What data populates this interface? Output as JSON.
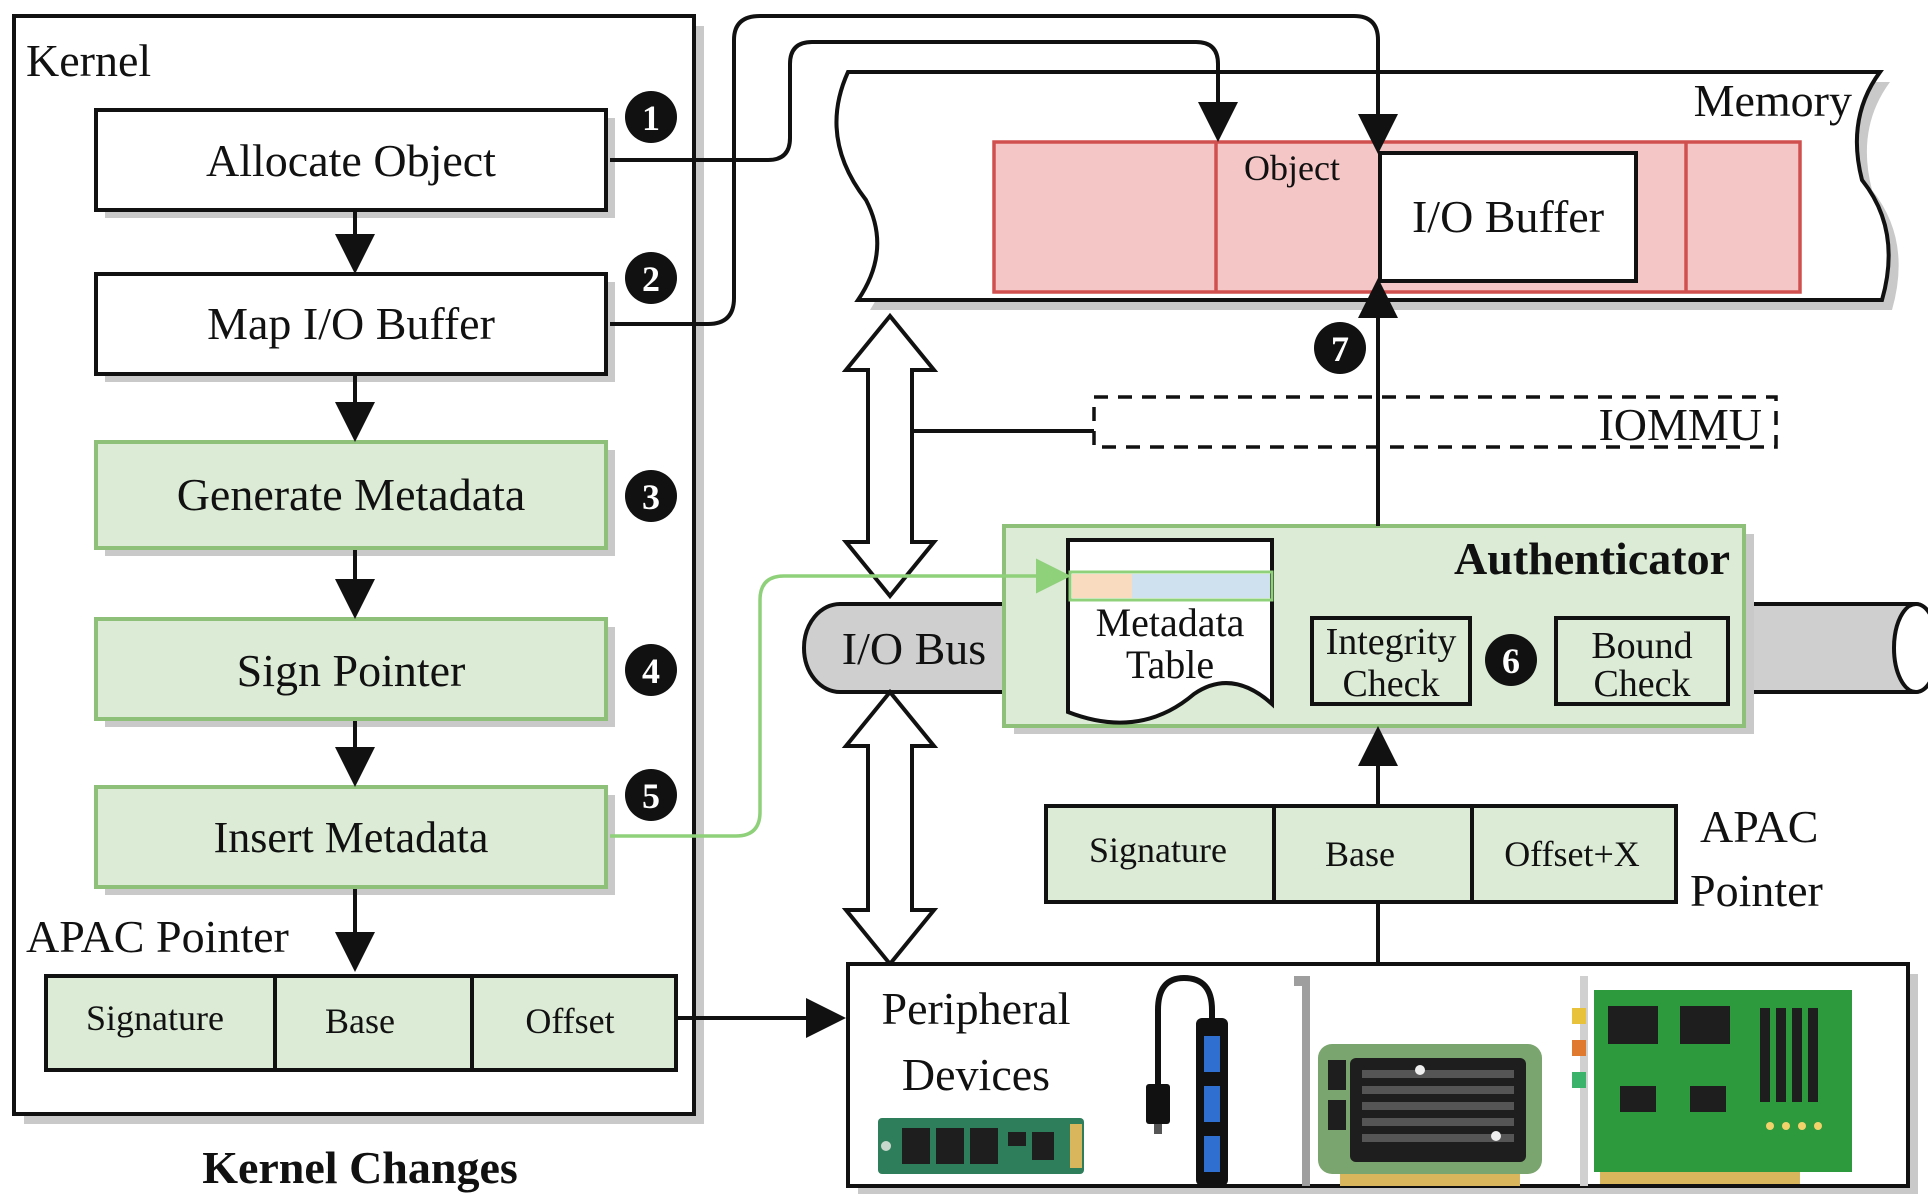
{
  "kernel": {
    "title": "Kernel",
    "caption": "Kernel Changes",
    "steps": [
      {
        "num": "1",
        "label": "Allocate Object"
      },
      {
        "num": "2",
        "label": "Map I/O Buffer"
      },
      {
        "num": "3",
        "label": "Generate Metadata"
      },
      {
        "num": "4",
        "label": "Sign Pointer"
      },
      {
        "num": "5",
        "label": "Insert Metadata"
      }
    ],
    "pointer_title": "APAC Pointer",
    "pointer_fields": [
      "Signature",
      "Base",
      "Offset"
    ]
  },
  "memory": {
    "title": "Memory",
    "object_label": "Object",
    "buffer_label": "I/O Buffer"
  },
  "iommu": {
    "label": "IOMMU"
  },
  "bus": {
    "label": "I/O Bus"
  },
  "authenticator": {
    "title": "Authenticator",
    "metadata_table": [
      "Metadata",
      "Table"
    ],
    "integrity_check": [
      "Integrity",
      "Check"
    ],
    "bound_check": [
      "Bound",
      "Check"
    ],
    "step6": "6",
    "step7": "7"
  },
  "apac_pointer_right": {
    "title": [
      "APAC",
      "Pointer"
    ],
    "fields": [
      "Signature",
      "Base",
      "Offset+X"
    ]
  },
  "peripherals": {
    "title": [
      "Peripheral",
      "Devices"
    ],
    "icons": [
      "ssd-icon",
      "usb-hub-icon",
      "gpu-card-icon",
      "pcie-card-icon"
    ]
  },
  "colors": {
    "green_fill": "#dcebd6",
    "green_stroke": "#8fc07a",
    "memory_fill": "#f4c6c6",
    "memory_stroke": "#d0504f",
    "bus_fill": "#cfcfcf"
  }
}
